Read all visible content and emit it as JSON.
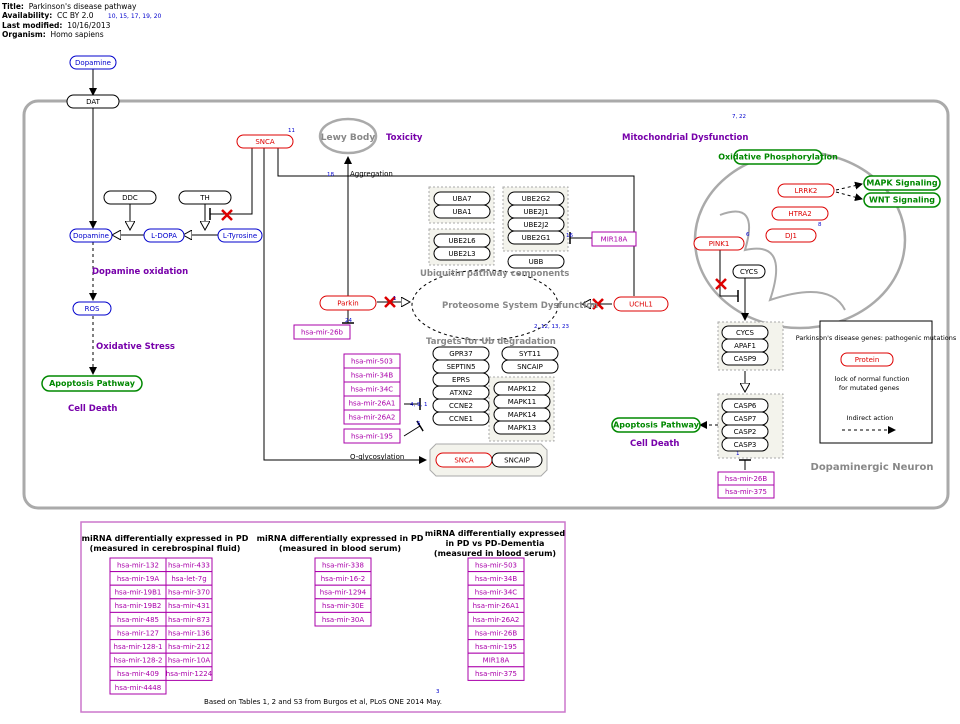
{
  "header": {
    "title_label": "Title:",
    "title": "Parkinson's disease pathway",
    "availability_label": "Availability:",
    "availability": "CC BY 2.0",
    "availability_refs": "10, 15, 17, 19, 20",
    "modified_label": "Last modified:",
    "modified": "10/16/2013",
    "organism_label": "Organism:",
    "organism": "Homo sapiens"
  },
  "colors": {
    "gene": "#000000",
    "protein_red": "#dd0000",
    "metabolite": "#0000cc",
    "mirna": "#aa00aa",
    "pathway": "#008800",
    "label": "#7700aa",
    "cell_border": "#aaaaaa"
  },
  "cell_label": "Dopaminergic Neuron",
  "metabolites": {
    "dopamine_out": "Dopamine",
    "dopamine_in": "Dopamine",
    "ldopa": "L-DOPA",
    "ltyrosine": "L-Tyrosine",
    "ros": "ROS"
  },
  "genes": {
    "dat": "DAT",
    "ddc": "DDC",
    "th": "TH",
    "cycs": "CYCS"
  },
  "proteins": {
    "snca": "SNCA",
    "parkin": "Parkin",
    "uchl1": "UCHL1",
    "pink1": "PINK1",
    "lrrk2": "LRRK2",
    "htra2": "HTRA2",
    "dj1": "DJ1",
    "snca2": "SNCA"
  },
  "labels": {
    "lewy_body": "Lewy Body",
    "toxicity": "Toxicity",
    "aggregation": "Aggregation",
    "mito": "Mitochondrial Dysfunction",
    "dopamine_oxidation": "Dopamine oxidation",
    "oxidative_stress": "Oxidative Stress",
    "cell_death_left": "Cell Death",
    "ubiquitin_components": "Ubiquitin pathway components",
    "proteosome": "Proteosome System Dysfunction",
    "targets": "Targets for Ub degradation",
    "o_glyco": "O-glycosylation",
    "cell_death_right": "Cell Death"
  },
  "pathways": {
    "oxphos": "Oxidative Phosphorylation",
    "mapk": "MAPK Signaling",
    "wnt": "WNT Signaling",
    "apoptosis_left": "Apoptosis Pathway",
    "apoptosis_right": "Apoptosis Pathway"
  },
  "ub_group1": [
    "UBA7",
    "UBA1"
  ],
  "ub_group2": [
    "UBE2G2",
    "UBE2J1",
    "UBE2J2",
    "UBE2G1"
  ],
  "ub_group3": [
    "UBE2L6",
    "UBE2L3"
  ],
  "ubb": "UBB",
  "targets_left": [
    "GPR37",
    "SEPTIN5",
    "EPRS",
    "ATXN2",
    "CCNE2",
    "CCNE1"
  ],
  "targets_right_top": [
    "SYT11",
    "SNCAIP"
  ],
  "targets_right_bottom": [
    "MAPK12",
    "MAPK11",
    "MAPK14",
    "MAPK13"
  ],
  "snca_complex_partner": "SNCAIP",
  "mir_target_group": [
    "hsa-mir-503",
    "hsa-mir-34B",
    "hsa-mir-34C",
    "hsa-mir-26A1",
    "hsa-mir-26A2"
  ],
  "mir_195": "hsa-mir-195",
  "mir_26b_parkin": "hsa-mir-26b",
  "mir18a": "MIR18A",
  "apaf_group": [
    "CYCS",
    "APAF1",
    "CASP9"
  ],
  "casp_group": [
    "CASP6",
    "CASP7",
    "CASP2",
    "CASP3"
  ],
  "mir_casp": [
    "hsa-mir-26B",
    "hsa-mir-375"
  ],
  "refs": {
    "r722": "7, 22",
    "r11": "11",
    "r18": "18",
    "r6": "6",
    "r8": "8",
    "r1": "1",
    "r24": "24",
    "r2": "2, 12, 13, 23",
    "r4": "4, 9, 1",
    "r5": "5",
    "r3": "3",
    "r14": "1",
    "r16": "16"
  },
  "legend": {
    "title": "Parkinson's disease genes: pathogenic mutations",
    "protein": "Protein",
    "lock": "lock of normal function",
    "lock2": "for mutated genes",
    "indirect": "Indirect action"
  },
  "mirna_box": {
    "col1_title": "miRNA differentially expressed in PD",
    "col1_sub": "(measured in cerebrospinal fluid)",
    "col1_a": [
      "hsa-mir-132",
      "hsa-mir-19A",
      "hsa-mir-19B1",
      "hsa-mir-19B2",
      "hsa-mir-485",
      "hsa-mir-127",
      "hsa-mir-128-1",
      "hsa-mir-128-2",
      "hsa-mir-409",
      "hsa-mir-4448"
    ],
    "col1_b": [
      "hsa-mir-433",
      "hsa-let-7g",
      "hsa-mir-370",
      "hsa-mir-431",
      "hsa-mir-873",
      "hsa-mir-136",
      "hsa-mir-212",
      "hsa-mir-10A",
      "hsa-mir-1224"
    ],
    "col2_title": "miRNA differentially expressed in PD",
    "col2_sub": "(measured in blood serum)",
    "col2": [
      "hsa-mir-338",
      "hsa-mir-16-2",
      "hsa-mir-1294",
      "hsa-mir-30E",
      "hsa-mir-30A"
    ],
    "col3_title": "miRNA differentially expressed",
    "col3_title2": "in PD vs PD-Dementia",
    "col3_sub": "(measured in blood serum)",
    "col3": [
      "hsa-mir-503",
      "hsa-mir-34B",
      "hsa-mir-34C",
      "hsa-mir-26A1",
      "hsa-mir-26A2",
      "hsa-mir-26B",
      "hsa-mir-195",
      "MIR18A",
      "hsa-mir-375"
    ],
    "ref": "3",
    "footnote": "Based on Tables 1, 2 and S3 from Burgos et al, PLoS ONE 2014 May."
  }
}
